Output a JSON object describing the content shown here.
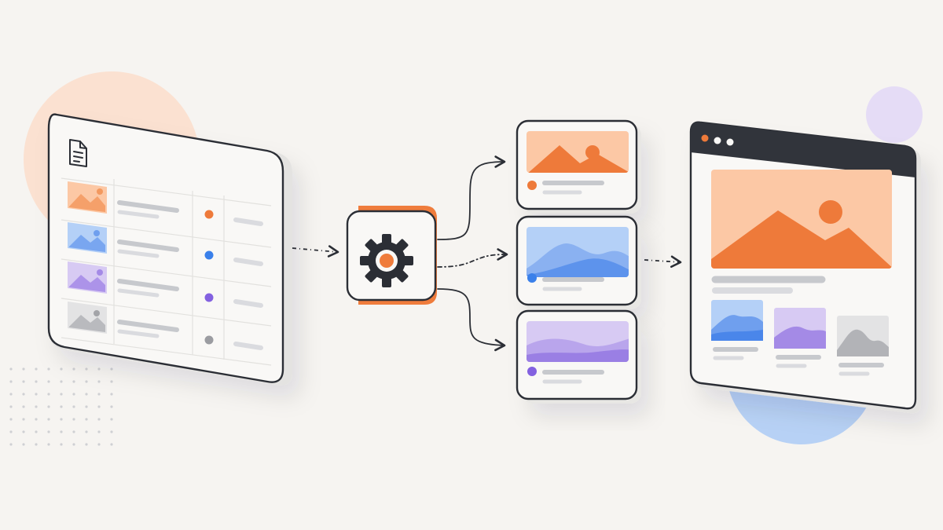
{
  "colors": {
    "background": "#f6f4f1",
    "card_bg": "#f9f8f6",
    "outline": "#2b2e35",
    "placeholder_line": "#c7c9cd",
    "placeholder_line_light": "#dadbdf",
    "orange": "#ee7a3a",
    "orange_light": "#fcc8a5",
    "blue": "#3a80ea",
    "blue_light": "#b4d0f7",
    "purple": "#8361e0",
    "purple_light": "#d7caf3",
    "gray": "#9b9ca1",
    "gray_light": "#e3e3e4",
    "browser_bar": "#31343b",
    "deco_peach": "#fbe1d1",
    "deco_lavender": "#e5dcf6",
    "deco_blue": "#b7d1f5"
  },
  "icons": {
    "source_document": "document-icon",
    "processor": "gear-icon",
    "image_placeholder": "image-icon",
    "flow_arrow": "arrow-right-icon",
    "browser_controls": "window-dots-icon"
  },
  "diagram": {
    "source_table": {
      "row_count": 4,
      "row_accents": [
        "orange",
        "blue",
        "purple",
        "gray"
      ]
    },
    "output_cards": [
      "orange",
      "blue",
      "purple"
    ],
    "result_page": {
      "hero_accent": "orange",
      "thumbnail_accents": [
        "blue",
        "purple",
        "gray"
      ]
    }
  }
}
